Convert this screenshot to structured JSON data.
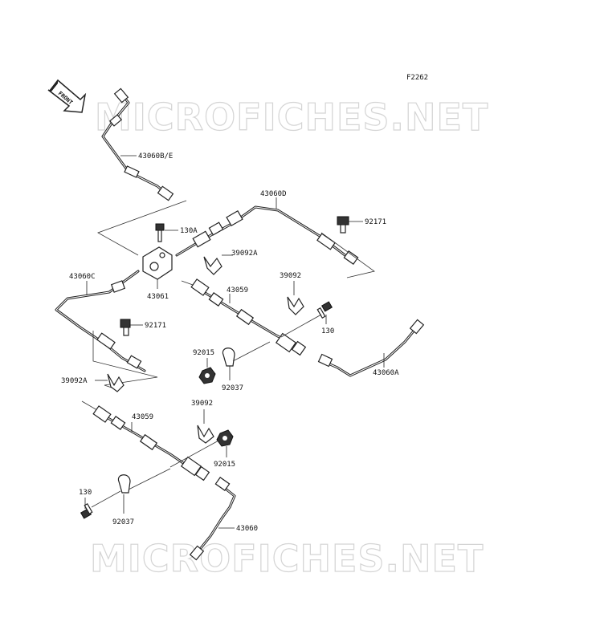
{
  "figure_code": "F2262",
  "watermark": "MICROFICHES.NET",
  "front_label": "FRONT",
  "parts": {
    "p43060be": "43060B/E",
    "p43060d": "43060D",
    "p92171_top": "92171",
    "p130a": "130A",
    "p39092a_top": "39092A",
    "p43060c": "43060C",
    "p43061": "43061",
    "p43059_top": "43059",
    "p39092_top": "39092",
    "p92171_mid": "92171",
    "p130_right": "130",
    "p92015_top": "92015",
    "p92037_top": "92037",
    "p43060a": "43060A",
    "p39092a_left": "39092A",
    "p43059_bottom": "43059",
    "p39092_bottom": "39092",
    "p92015_bottom": "92015",
    "p130_left": "130",
    "p92037_bottom": "92037",
    "p43060": "43060"
  }
}
